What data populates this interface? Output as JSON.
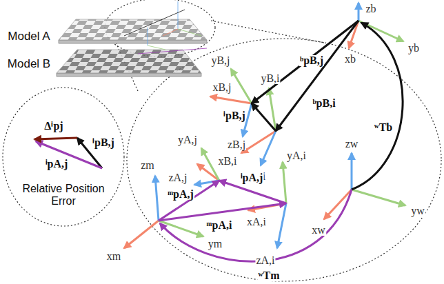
{
  "diagram": {
    "nodes": [
      {
        "text": [
          "Δⁱpj",
          "ⁱpB,j",
          "ⁱpA,j",
          "Relative Position Error"
        ]
      }
    ],
    "labels": [
      "Model A",
      "Model B",
      "zb",
      "yb",
      "xb",
      "ᵇpB,j",
      "ᵇpB,i",
      "yB,j",
      "xB,j",
      "yB,i",
      "xB,i",
      "ⁱpB,j",
      "zB,j",
      "zB,i",
      "yA,j",
      "zA,j",
      "yA,i",
      "ⁱpA,j",
      "ᵐpA,j",
      "zm",
      "ᵐpA,i",
      "xA,i",
      "zA,i",
      "xm",
      "ym",
      "zw",
      "xw",
      "yw",
      "ʷTb",
      "ʷTm"
    ]
  }
}
